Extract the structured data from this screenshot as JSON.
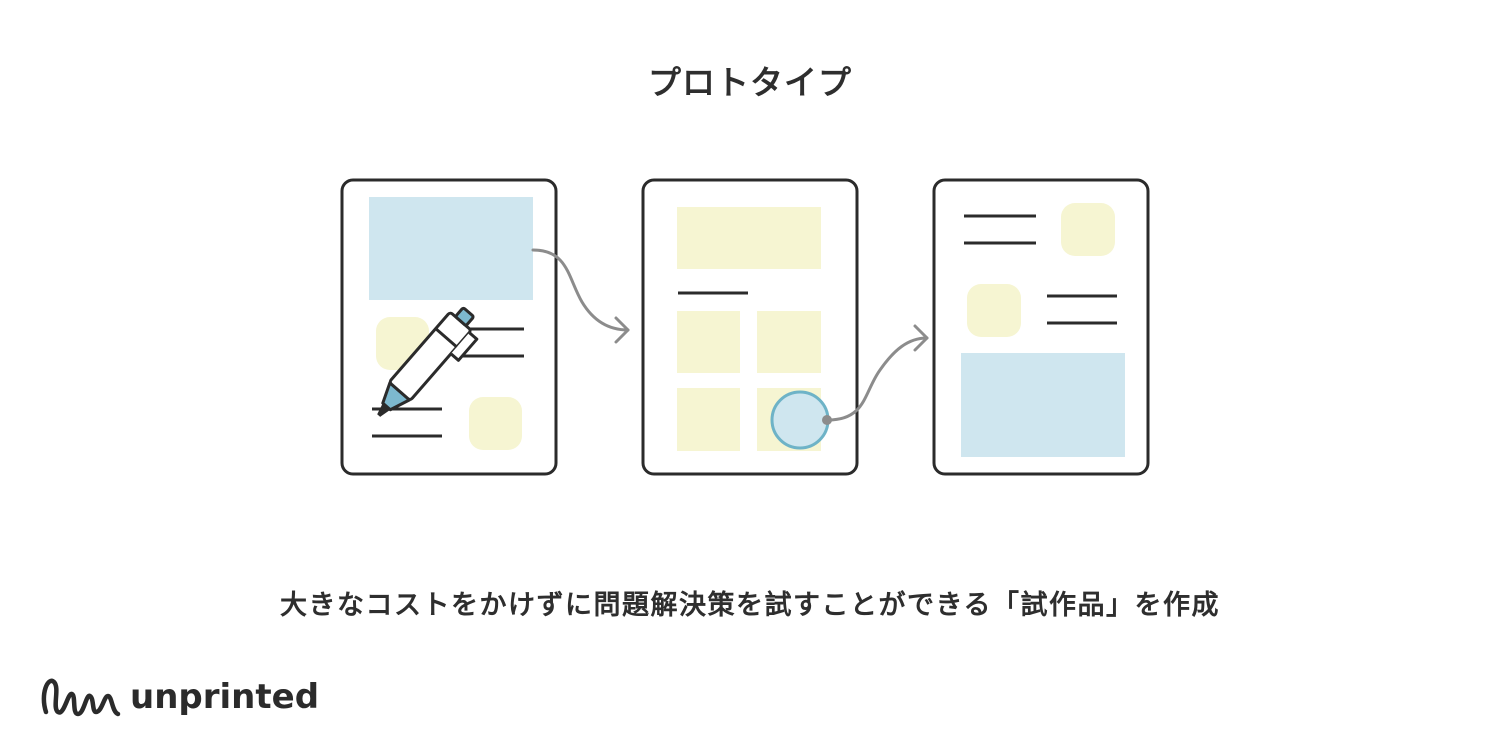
{
  "title": "プロトタイプ",
  "caption": "大きなコストをかけずに問題解決策を試すことができる「試作品」を作成",
  "brand": {
    "name": "unprinted",
    "mark": "handwritten-signature-logo"
  },
  "colors": {
    "outline": "#2b2b2b",
    "blue_fill": "#cfe6ef",
    "yellow_fill": "#f6f5d2",
    "arrow": "#8c8c8c",
    "pen_accent": "#7db9cf",
    "circle_stroke": "#6eb3c7"
  },
  "icons": [
    "pen-icon",
    "curved-arrow-icon",
    "curved-arrow-icon"
  ]
}
